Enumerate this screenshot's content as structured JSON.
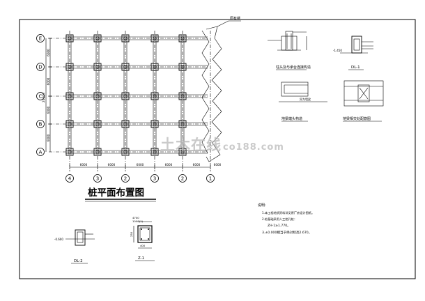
{
  "main_title": "桩平面布置图",
  "axis_labels_rows": [
    "E",
    "D",
    "C",
    "B",
    "A"
  ],
  "axis_labels_cols": [
    "4",
    "3",
    "2",
    "3",
    "2",
    "1"
  ],
  "bottom_dims": [
    "6000",
    "6000",
    "6000",
    "6000",
    "6000",
    "6000"
  ],
  "left_dims": [
    "6000",
    "6000",
    "6000",
    "6000"
  ],
  "left_total_dim": "24000",
  "break_note": "原有楼",
  "details": {
    "detail1_title": "柱头及与承台连接构造",
    "detail2_title": "DL-1",
    "detail3_title": "地梁端头构造",
    "detail4_title": "地梁相交处配筋图",
    "detail5_title": "DL-2",
    "detail6_title": "Z-1",
    "detail3_note": "异为墙梁",
    "z1_dim_top": "4700",
    "z1_dim_top2": "1000(1)",
    "z1_dim_side": "250",
    "z1_dim_bottom": "400",
    "dl1_elev": "-1.450",
    "dl2_elev": "-0.600"
  },
  "notes": {
    "heading": "说明:",
    "line1": "1.本工程地质资料详见原厂房设计图纸。",
    "line2": "2.桩基础采用人工挖孔桩：",
    "line3": "ZH-1≥1.770。",
    "line4": "3.±0.000相当于绝对标高2.670。"
  },
  "watermark": {
    "text": "土木在线",
    "site": "co188.com"
  }
}
